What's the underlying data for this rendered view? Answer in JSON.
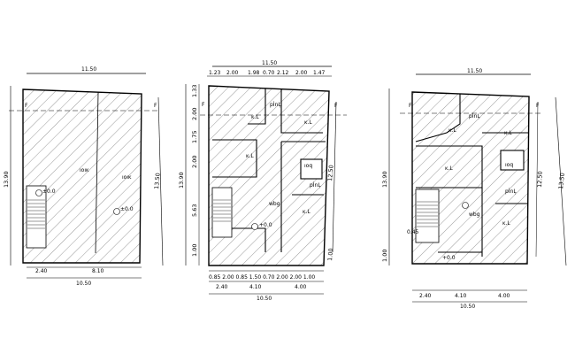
{
  "plans": [
    {
      "id": "plan-1",
      "top_width": "11.50",
      "left_height": "13.90",
      "right_height": "13.50",
      "room_labels": [
        "ıoıĸ",
        "ıoıĸ"
      ],
      "level_mark": "±0.0",
      "level_mark_2": "±0.0",
      "bottom_dims": [
        "2.40",
        "8.10"
      ],
      "total_width": "10.50",
      "section_mark": "F",
      "section_mark_2": "F"
    },
    {
      "id": "plan-2",
      "top_width": "11.50",
      "top_chain": [
        "1.23",
        "2.00",
        "1.98",
        "0.70",
        "2.12",
        "2.00",
        "1.47"
      ],
      "left_chain": [
        "1.33",
        "2.00",
        "1.75",
        "2.00",
        "5.63",
        "1.00"
      ],
      "left_height": "13.90",
      "right_height": "12.50",
      "right_small": "1.00",
      "room_labels": [
        "pİnĻ",
        "ĸ.L",
        "ĸ.L",
        "ıoq",
        "pİnĻ",
        "wbg",
        "ĸ.L"
      ],
      "level_mark": "+0.0",
      "bottom_chain": "0.85 2.00 0.85 1.50 0.70 2.00 2.00 1.00",
      "bottom_dims": [
        "2.40",
        "4.10",
        "4.00"
      ],
      "total_width": "10.50",
      "section_mark": "F",
      "section_mark_2": "F"
    },
    {
      "id": "plan-3",
      "top_width": "11.50",
      "left_height": "13.90",
      "left_small": "1.00",
      "right_height_inner": "12.50",
      "right_height": "13.50",
      "room_labels": [
        "pİnĻ",
        "ĸ.L",
        "ĸ.L",
        "ĸ.L",
        "ıoq",
        "pİnĻ",
        "wbg",
        "ĸ.L"
      ],
      "level_mark": "+0.0",
      "level_mark_2": "0.45",
      "bottom_dims": [
        "2.40",
        "4.10",
        "4.00"
      ],
      "total_width": "10.50",
      "section_mark": "F",
      "section_mark_2": "F"
    }
  ]
}
